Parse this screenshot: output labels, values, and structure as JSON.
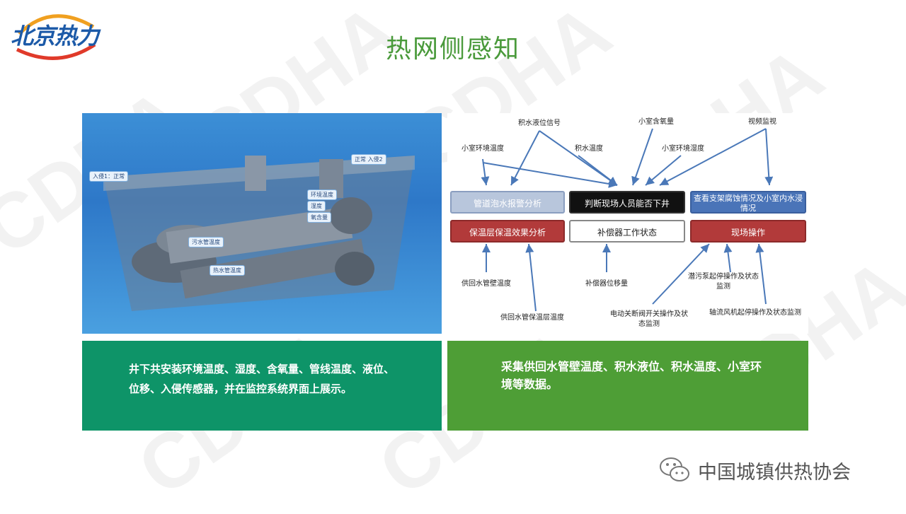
{
  "logo": {
    "text": "北京热力"
  },
  "title": "热网侧感知",
  "scene": {
    "tags": [
      "入侵1：正常",
      "正常 入侵2",
      "环境温度",
      "湿度",
      "氧含量",
      "污水管温度",
      "热水管温度"
    ]
  },
  "diagram": {
    "boxes": [
      "管道泡水报警分析",
      "判断现场人员能否下井",
      "查看支架腐蚀情况及小室内水浸情况",
      "保温层保温效果分析",
      "补偿器工作状态",
      "现场操作"
    ],
    "labels_top": [
      "积水液位信号",
      "小室环境温度",
      "积水温度",
      "小室含氧量",
      "小室环境湿度",
      "视频监视"
    ],
    "labels_bottom": [
      "供回水管壁温度",
      "供回水管保温层温度",
      "补偿器位移量",
      "潜污泵起停操作及状态监测",
      "电动关断阀开关操作及状态监测",
      "轴流风机起停操作及状态监测"
    ]
  },
  "panels": {
    "left": "井下共安装环境温度、湿度、含氧量、管线温度、液位、位移、入侵传感器，并在监控系统界面上展示。",
    "right": "采集供回水管壁温度、积水液位、积水温度、小室环境等数据。"
  },
  "footer": {
    "text": "中国城镇供热协会"
  },
  "colors": {
    "title": "#4a9a3b",
    "panel_left": "#0e9468",
    "panel_right": "#4e9e36",
    "logo": "#1c5aa8"
  }
}
